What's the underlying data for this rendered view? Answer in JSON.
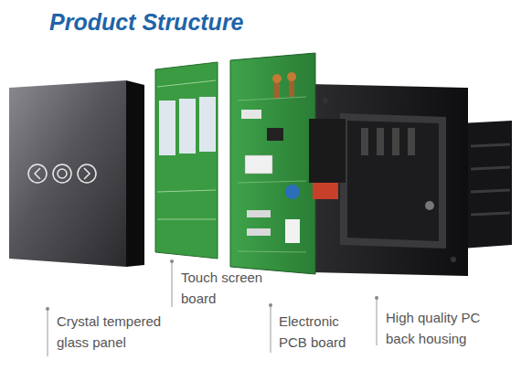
{
  "diagram": {
    "title": "Product Structure",
    "labels": [
      "Crystal tempered glass panel",
      "Touch screen board",
      "Electronic PCB board",
      "High quality PC back housing"
    ]
  }
}
